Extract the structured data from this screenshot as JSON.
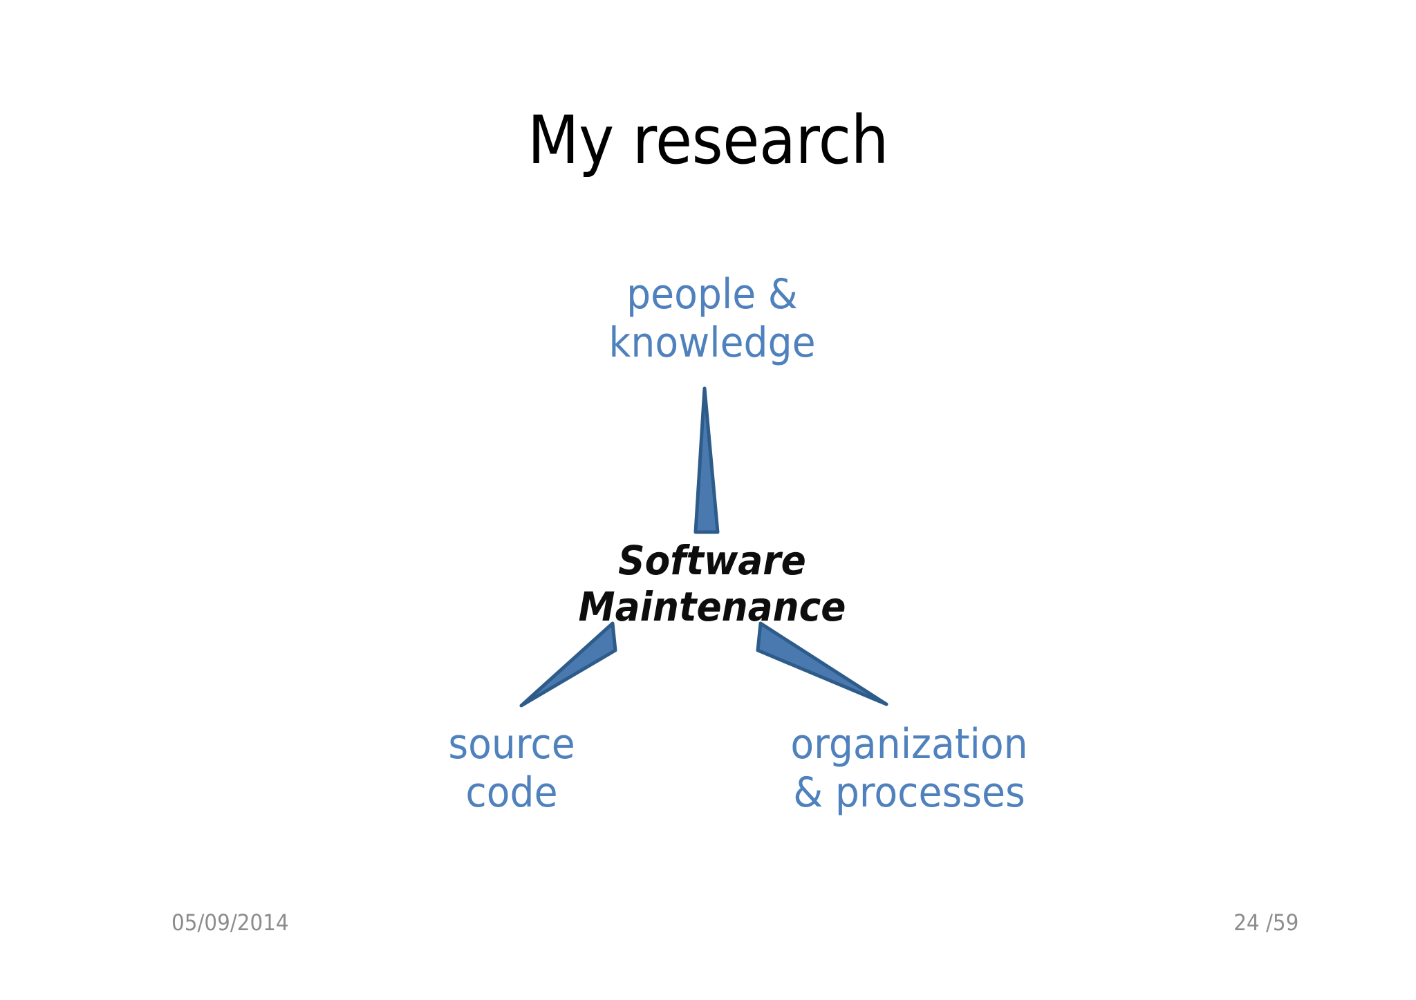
{
  "slide": {
    "title": "My research",
    "background_color": "#FFFFFF"
  },
  "diagram": {
    "type": "hub-and-spoke",
    "accent_color": "#4F81BD",
    "arrow_fill": "#4A79B0",
    "arrow_stroke": "#2E5C8A",
    "center": {
      "label": "Software\nMaintenance",
      "line1": "Software",
      "line2": "Maintenance",
      "color": "#0D0D0D",
      "style": "bold-italic"
    },
    "branches": [
      {
        "id": "people-knowledge",
        "label": "people &\nknowledge",
        "line1": "people &",
        "line2": "knowledge",
        "position": "top",
        "color": "#4F81BD"
      },
      {
        "id": "source-code",
        "label": "source\ncode",
        "line1": "source",
        "line2": "code",
        "position": "bottom-left",
        "color": "#4F81BD"
      },
      {
        "id": "organization-processes",
        "label": "organization\n& processes",
        "line1": "organization",
        "line2": "& processes",
        "position": "bottom-right",
        "color": "#4F81BD"
      }
    ],
    "connectors": [
      {
        "id": "connector-top",
        "from": "center",
        "to": "people-knowledge",
        "shape": "tapered-triangle"
      },
      {
        "id": "connector-bottom-left",
        "from": "center",
        "to": "source-code",
        "shape": "tapered-triangle"
      },
      {
        "id": "connector-bottom-right",
        "from": "center",
        "to": "organization-processes",
        "shape": "tapered-triangle"
      }
    ]
  },
  "footer": {
    "date": "05/09/2014",
    "page_number": "24",
    "page_separator": " /",
    "page_total": "59",
    "pager": "24 /59",
    "color": "#8C8C8C"
  }
}
